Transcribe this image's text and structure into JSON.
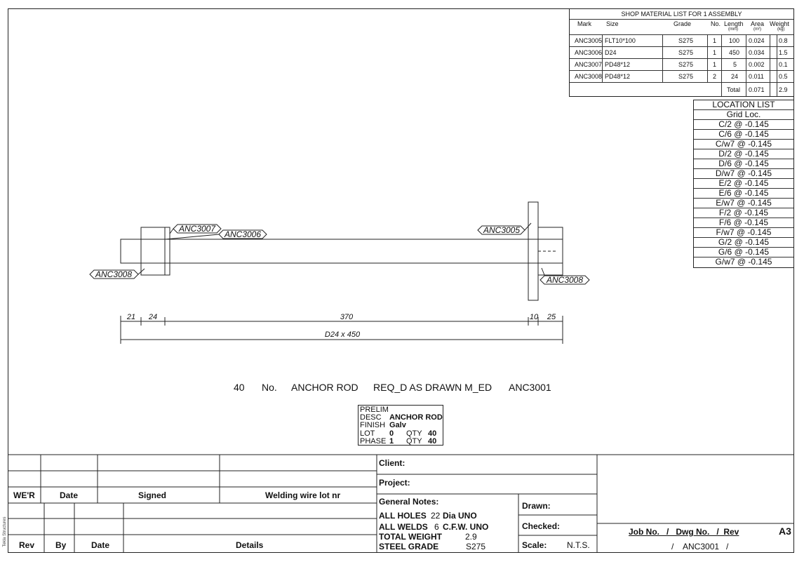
{
  "material_list": {
    "title": "SHOP MATERIAL LIST FOR 1 ASSEMBLY",
    "headers": {
      "mark": "Mark",
      "size": "Size",
      "grade": "Grade",
      "no": "No.",
      "length": "Length",
      "length_unit": "(mm)",
      "area": "Area",
      "area_unit": "(m²)",
      "weight": "Weight",
      "weight_unit": "(kg)"
    },
    "rows": [
      {
        "mark": "ANC3005",
        "size": "FLT10*100",
        "grade": "S275",
        "no": "1",
        "length": "100",
        "area": "0.024",
        "weight": "0.8"
      },
      {
        "mark": "ANC3006",
        "size": "D24",
        "grade": "S275",
        "no": "1",
        "length": "450",
        "area": "0.034",
        "weight": "1.5"
      },
      {
        "mark": "ANC3007",
        "size": "PD48*12",
        "grade": "S275",
        "no": "1",
        "length": "5",
        "area": "0.002",
        "weight": "0.1"
      },
      {
        "mark": "ANC3008",
        "size": "PD48*12",
        "grade": "S275",
        "no": "2",
        "length": "24",
        "area": "0.011",
        "weight": "0.5"
      }
    ],
    "total_label": "Total",
    "total_area": "0.071",
    "total_weight": "2.9"
  },
  "location_list": {
    "title": "LOCATION LIST",
    "header": "Grid Loc.",
    "items": [
      "C/2 @  -0.145",
      "C/6 @  -0.145",
      "C/w7 @  -0.145",
      "D/2 @  -0.145",
      "D/6 @  -0.145",
      "D/w7 @  -0.145",
      "E/2 @  -0.145",
      "E/6 @  -0.145",
      "E/w7 @  -0.145",
      "F/2 @  -0.145",
      "F/6 @  -0.145",
      "F/w7 @  -0.145",
      "G/2 @  -0.145",
      "G/6 @  -0.145",
      "G/w7 @  -0.145"
    ]
  },
  "drawing": {
    "labels": {
      "anc3007": "ANC3007",
      "anc3006": "ANC3006",
      "anc3005": "ANC3005",
      "anc3008_left": "ANC3008",
      "anc3008_right": "ANC3008"
    },
    "dims": {
      "d21": "21",
      "d24": "24",
      "d370": "370",
      "d10": "10",
      "d25": "25",
      "overall": "D24 x 450"
    }
  },
  "assembly": {
    "qty": "40",
    "no_label": "No.",
    "name": "ANCHOR ROD",
    "remark": "REQ_D AS DRAWN M_ED",
    "mark": "ANC3001"
  },
  "prelim": {
    "title": "PRELIM",
    "desc_label": "DESC",
    "desc_value": "ANCHOR ROD",
    "finish_label": "FINISH",
    "finish_value": "Galv",
    "lot_label": "LOT",
    "lot_value": "0",
    "lot_qty_label": "QTY",
    "lot_qty_value": "40",
    "phase_label": "PHASE",
    "phase_value": "1",
    "phase_qty_label": "QTY",
    "phase_qty_value": "40"
  },
  "title_block": {
    "rev_headers": {
      "wer": "WE'R",
      "date": "Date",
      "signed": "Signed",
      "welding": "Welding wire lot nr"
    },
    "bottom_headers": {
      "rev": "Rev",
      "by": "By",
      "date": "Date",
      "details": "Details"
    },
    "client_label": "Client:",
    "project_label": "Project:",
    "general_notes_label": "General Notes:",
    "notes": {
      "holes_label": "ALL HOLES",
      "holes_value": "22",
      "holes_suffix": "Dia UNO",
      "welds_label": "ALL WELDS",
      "welds_value": "6",
      "welds_suffix": "C.F.W.  UNO",
      "weight_label": "TOTAL WEIGHT",
      "weight_value": "2.9",
      "grade_label": "STEEL GRADE",
      "grade_value": "S275"
    },
    "drawn_label": "Drawn:",
    "checked_label": "Checked:",
    "scale_label": "Scale:",
    "scale_value": "N.T.S.",
    "job_header": "Job No.   /   Dwg No.   /  Rev",
    "sheet_size": "A3",
    "job_value": "/    ANC3001   /",
    "side_text": "Tekla Structures"
  }
}
